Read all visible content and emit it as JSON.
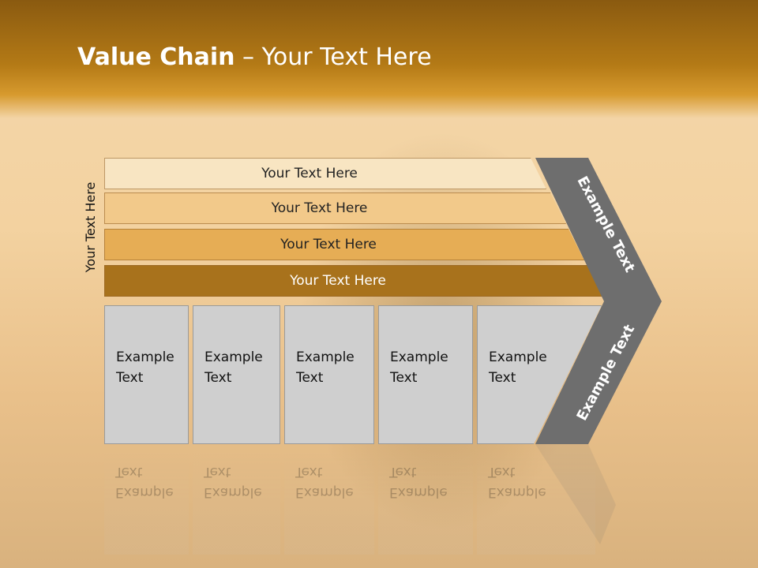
{
  "title": {
    "bold": "Value Chain",
    "rest": " – Your Text Here"
  },
  "side_label": "Your Text Here",
  "bands": [
    "Your Text Here",
    "Your Text Here",
    "Your Text Here",
    "Your Text Here"
  ],
  "cards": [
    {
      "line1": "Example",
      "line2": "Text"
    },
    {
      "line1": "Example",
      "line2": "Text"
    },
    {
      "line1": "Example",
      "line2": "Text"
    },
    {
      "line1": "Example",
      "line2": "Text"
    },
    {
      "line1": "Example",
      "line2": "Text"
    }
  ],
  "chevron_top_text": "Example Text",
  "chevron_bottom_text": "Example Text",
  "colors": {
    "chevron": "#6e6e6e",
    "header": "#b47a16"
  }
}
